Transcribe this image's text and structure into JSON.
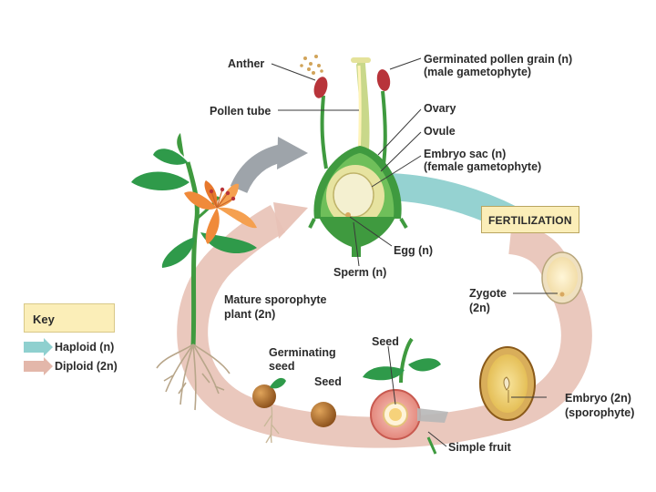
{
  "labels": {
    "anther": "Anther",
    "pollen_tube": "Pollen tube",
    "germinated_pollen_1": "Germinated pollen grain (n)",
    "germinated_pollen_2": "(male gametophyte)",
    "ovary": "Ovary",
    "ovule": "Ovule",
    "embryo_sac_1": "Embryo sac (n)",
    "embryo_sac_2": "(female gametophyte)",
    "fertilization": "FERTILIZATION",
    "egg": "Egg (n)",
    "sperm": "Sperm (n)",
    "zygote_1": "Zygote",
    "zygote_2": "(2n)",
    "mature_sporophyte_1": "Mature sporophyte",
    "mature_sporophyte_2": "plant (2n)",
    "seed_top": "Seed",
    "germinating_seed_1": "Germinating",
    "germinating_seed_2": "seed",
    "seed_bottom": "Seed",
    "embryo_1": "Embryo (2n)",
    "embryo_2": "(sporophyte)",
    "simple_fruit": "Simple fruit"
  },
  "key": {
    "title": "Key",
    "haploid": "Haploid (n)",
    "diploid": "Diploid (2n)"
  },
  "colors": {
    "haploid_arrow": "#7fcbcb",
    "diploid_arrow": "#e3b7aa",
    "key_fill": "#fbeeb8",
    "stem_green": "#3f9a3f",
    "flower_orange": "#f08a3a"
  }
}
